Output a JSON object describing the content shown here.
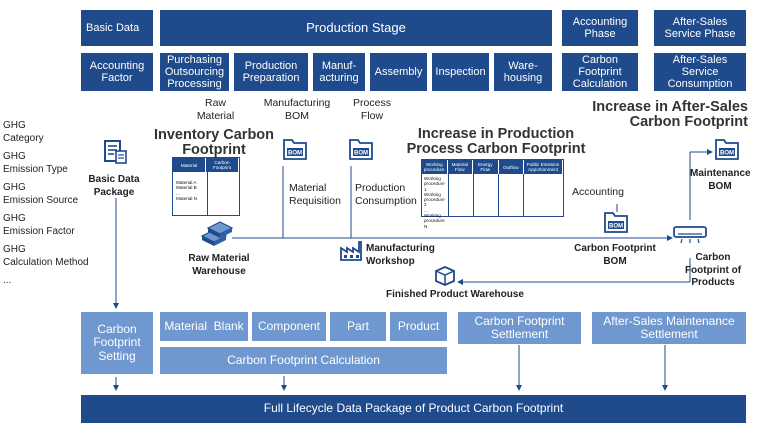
{
  "top_headers": {
    "basic_data": "Basic Data",
    "production_stage": "Production Stage",
    "accounting_phase": "Accounting Phase",
    "after_sales_phase": "After-Sales Service Phase"
  },
  "second_row": {
    "accounting_factor": "Accounting Factor",
    "purchasing": "Purchasing Outsourcing Processing",
    "production_preparation": "Production Preparation",
    "manufacturing": "Manuf-acturing",
    "assembly": "Assembly",
    "inspection": "Inspection",
    "warehousing": "Ware-housing",
    "cf_calculation": "Carbon Footprint Calculation",
    "after_sales_consumption": "After-Sales Service Consumption"
  },
  "ghg_list": [
    "GHG",
    "Category",
    "GHG",
    "Emission Type",
    "GHG",
    "Emission Source",
    "GHG",
    "Emission Factor",
    "GHG",
    "Calculation Method",
    "..."
  ],
  "labels": {
    "raw_material": "Raw Material",
    "manufacturing_bom": "Manufacturing BOM",
    "process_flow": "Process Flow",
    "inventory_cf": "Inventory Carbon Footprint",
    "increase_production": "Increase in Production Process Carbon Footprint",
    "increase_after_sales": "Increase in After-Sales Carbon Footprint",
    "basic_data_package": "Basic Data Package",
    "material_requisition": "Material Requisition",
    "production_consumption": "Production Consumption",
    "accounting": "Accounting",
    "maintenance_bom": "Maintenance BOM",
    "raw_material_warehouse": "Raw Material Warehouse",
    "manufacturing_workshop": "Manufacturing Workshop",
    "carbon_footprint_bom": "Carbon Footprint BOM",
    "carbon_footprint_products": "Carbon Footprint of Products",
    "finished_product_warehouse": "Finished Product Warehouse"
  },
  "bom_icon_text": "BOM",
  "inventory_table": {
    "headers": [
      "Material",
      "Carbon Footprint"
    ],
    "rows": [
      "Material A",
      "Material B",
      "...",
      "Material N"
    ]
  },
  "process_table": {
    "headers": [
      "Working procedure",
      "Material Flow",
      "Energy Flow",
      "Outflow",
      "Public Emission Apportionment"
    ],
    "rows": [
      "Working procedure 1",
      "Working procedure 2",
      "...",
      "Working procedure N"
    ]
  },
  "bottom": {
    "cf_setting": "Carbon Footprint Setting",
    "material_blank": "Material  Blank",
    "component": "Component",
    "part": "Part",
    "product": "Product",
    "cf_calculation": "Carbon Footprint Calculation",
    "cf_settlement": "Carbon Footprint Settlement",
    "after_sales_settlement": "After-Sales Maintenance Settlement",
    "full_lifecycle": "Full Lifecycle Data Package of Product Carbon Footprint"
  },
  "colors": {
    "dark_blue": "#1f4a8c",
    "light_blue": "#6f97d0"
  }
}
